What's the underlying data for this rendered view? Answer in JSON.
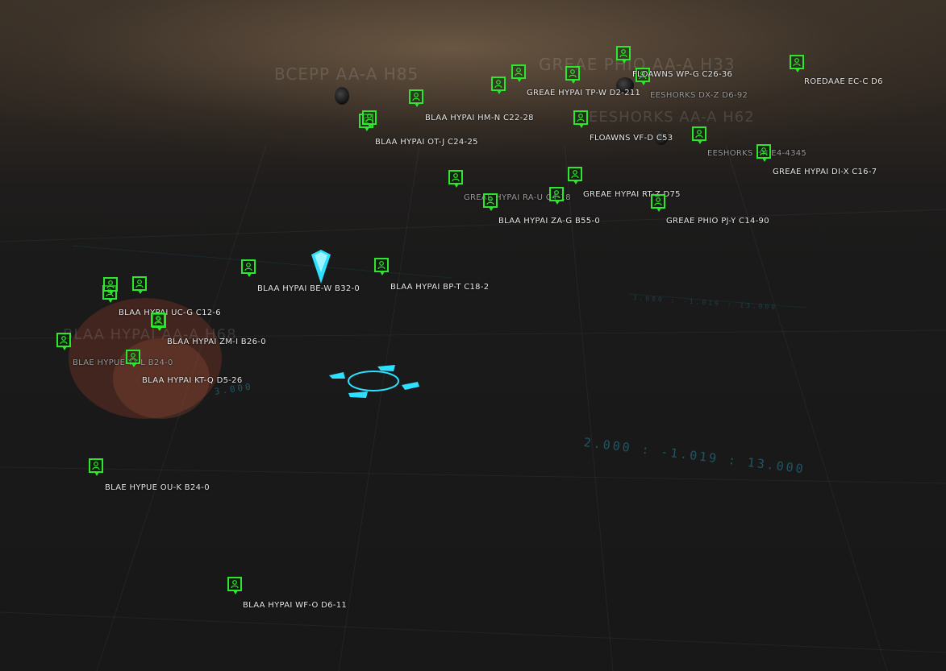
{
  "nebula_labels": [
    {
      "text": "BCEPP AA-A H85"
    },
    {
      "text": "GREAE PHIO AA-A H33"
    },
    {
      "text": "EESHORKS AA-A H62"
    },
    {
      "text": "BLAA HYPAI AA-A H68"
    }
  ],
  "coordinate_readouts": [
    {
      "text": "2.000 : -1.019 : 13.000"
    },
    {
      "text": "3.000"
    },
    {
      "text": "3.000 : -1.019 : 13.000"
    }
  ],
  "systems": [
    {
      "name": "ROEDAAE EC-C D6"
    },
    {
      "name": "FLOAWNS WP-G C26-36"
    },
    {
      "name": "GREAE HYPAI TP-W D2-211"
    },
    {
      "name": "EESHORKS DX-Z D6-92"
    },
    {
      "name": "BLAA HYPAI HM-N C22-28"
    },
    {
      "name": "BLAA HYPAI OT-J C24-25"
    },
    {
      "name": "FLOAWNS VF-D C53"
    },
    {
      "name": "EESHORKS HH E4-4345"
    },
    {
      "name": "GREAE HYPAI DI-X C16-7"
    },
    {
      "name": "GREAE HYPAI RA-U C4-18"
    },
    {
      "name": "GREAE HYPAI RT-Z D75"
    },
    {
      "name": "BLAA HYPAI ZA-G B55-0"
    },
    {
      "name": "GREAE PHIO PJ-Y C14-90"
    },
    {
      "name": "BLAA HYPAI BE-W B32-0"
    },
    {
      "name": "BLAA HYPAI BP-T C18-2"
    },
    {
      "name": "BLAA HYPAI UC-G C12-6"
    },
    {
      "name": "BLAA HYPAI ZM-I B26-0"
    },
    {
      "name": "BLAE HYPUE YY-L B24-0"
    },
    {
      "name": "BLAA HYPAI KT-Q D5-26"
    },
    {
      "name": "BLAE HYPUE OU-K B24-0"
    },
    {
      "name": "BLAA HYPAI WF-O D6-11"
    }
  ],
  "icons": {
    "system_marker": "commander-icon",
    "current_location": "location-arrow-icon",
    "target": "target-reticle-icon"
  },
  "colors": {
    "marker": "#2ee62e",
    "cursor": "#2de0ff",
    "label": "#e6e6e6"
  }
}
